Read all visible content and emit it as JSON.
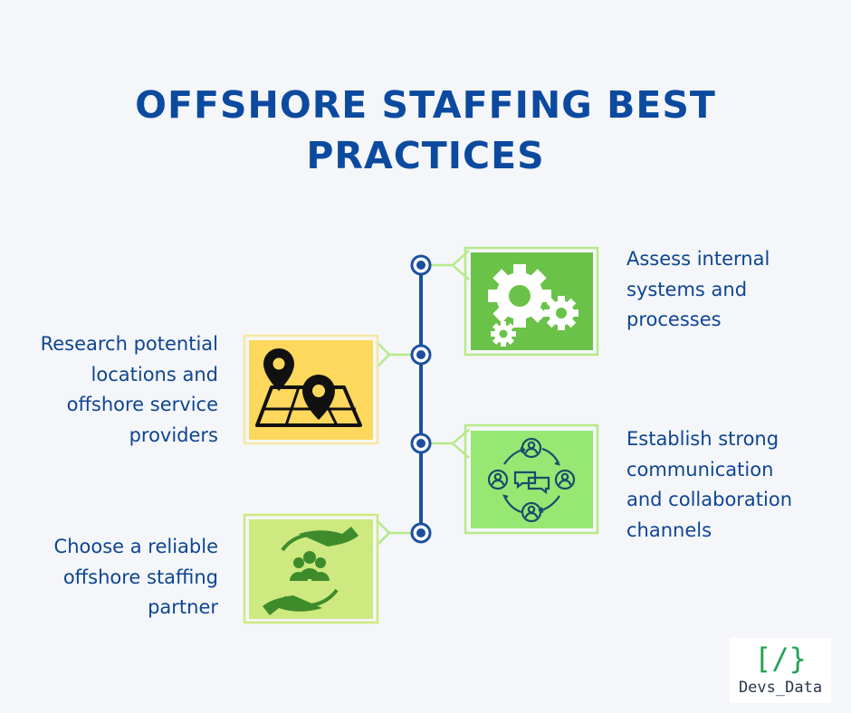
{
  "title": {
    "line1": "OFFSHORE STAFFING BEST",
    "line2": "PRACTICES"
  },
  "steps": [
    {
      "side": "right",
      "lines": [
        "Assess internal",
        "systems and",
        "processes"
      ],
      "icon": "gears-icon",
      "box_color": "#6ac248"
    },
    {
      "side": "left",
      "lines": [
        "Research potential",
        "locations and",
        "offshore service",
        "providers"
      ],
      "icon": "map-pins-icon",
      "box_color": "#fdd85d"
    },
    {
      "side": "right",
      "lines": [
        "Establish strong",
        "communication",
        "and collaboration",
        "channels"
      ],
      "icon": "communication-cycle-icon",
      "box_color": "#96e873"
    },
    {
      "side": "left",
      "lines": [
        "Choose a reliable",
        "offshore staffing",
        "partner"
      ],
      "icon": "partnership-hands-icon",
      "box_color": "#cde97f"
    }
  ],
  "colors": {
    "title": "#0c4a9f",
    "text": "#0e4591",
    "timeline": "#1c4fa0",
    "connector": "#b7e98a"
  },
  "logo": {
    "mark": "[/}",
    "name": "Devs_Data"
  }
}
